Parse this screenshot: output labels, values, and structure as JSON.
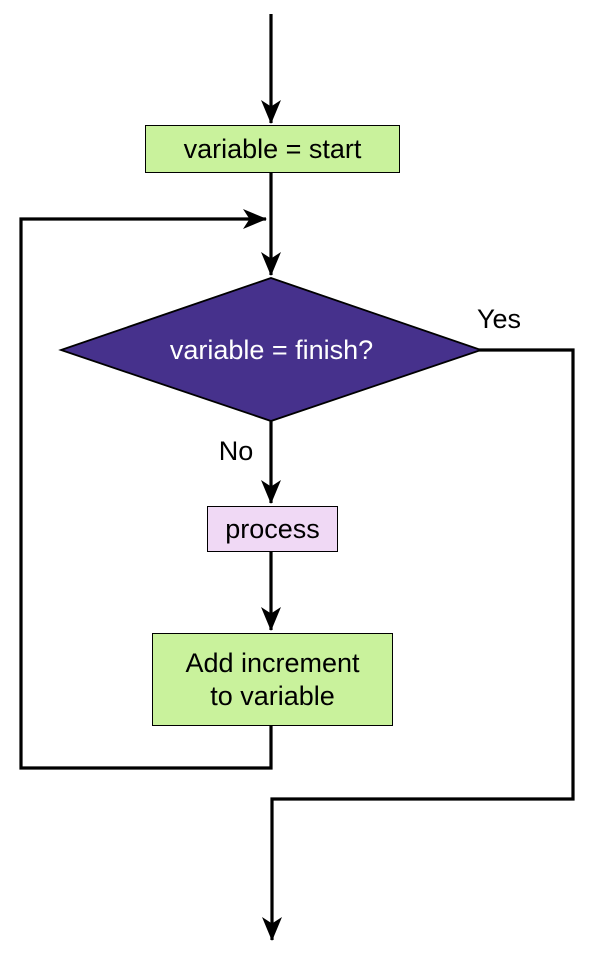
{
  "colors": {
    "bg": "#ffffff",
    "line": "#000000",
    "node-green": "#c9f29c",
    "node-purple": "#46318c",
    "node-pink": "#f0d9f5",
    "text-dark": "#000000",
    "text-light": "#ffffff"
  },
  "flowchart": {
    "nodes": {
      "start": {
        "label": "variable = start",
        "shape": "rectangle",
        "fill": "#c9f29c"
      },
      "decision": {
        "label": "variable = finish?",
        "shape": "diamond",
        "fill": "#46318c"
      },
      "process": {
        "label": "process",
        "shape": "rectangle",
        "fill": "#f0d9f5"
      },
      "increment": {
        "label": "Add increment to variable",
        "lines": [
          "Add increment",
          "to variable"
        ],
        "shape": "rectangle",
        "fill": "#c9f29c"
      }
    },
    "branches": {
      "yes": "Yes",
      "no": "No"
    },
    "edges": [
      "entry -> start",
      "start -> decision",
      "decision -Yes-> exit (right side loop down)",
      "decision -No-> process",
      "process -> increment",
      "increment -> back to decision entry (left side loop up)"
    ]
  }
}
